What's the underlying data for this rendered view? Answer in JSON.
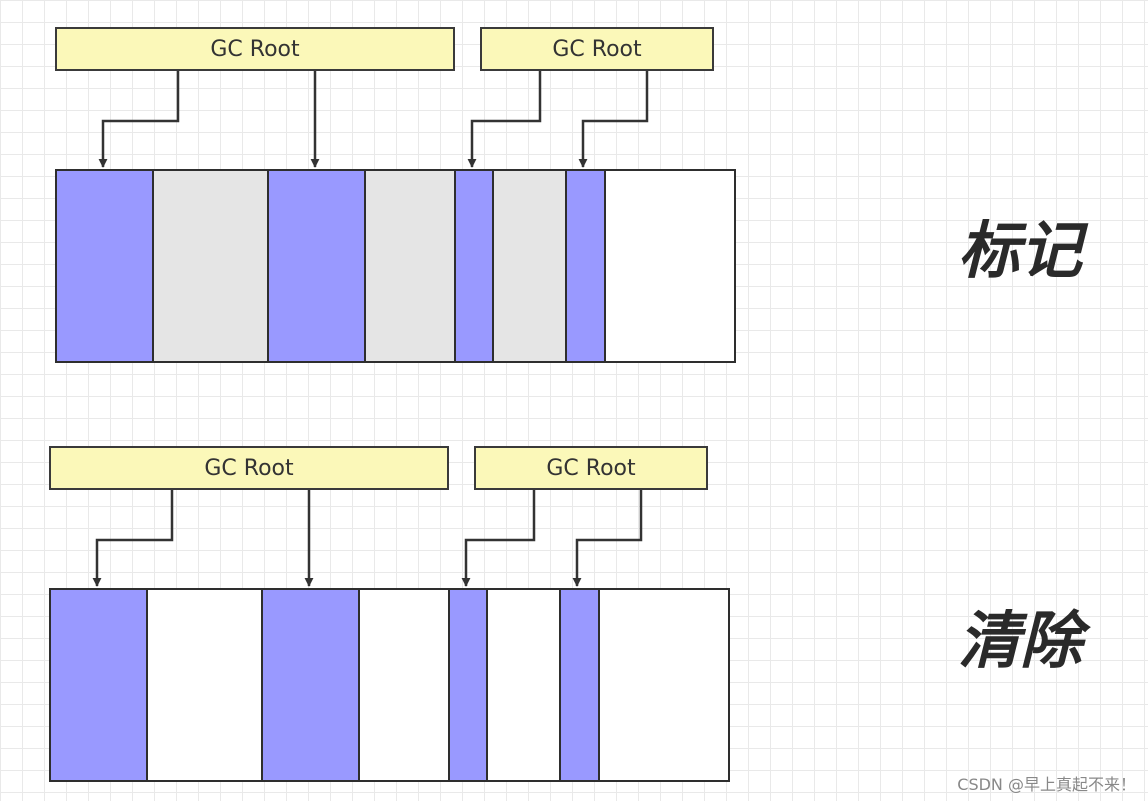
{
  "mark_section": {
    "phase_label": "标记",
    "roots": [
      "GC Root",
      "GC Root"
    ],
    "cells": [
      "live",
      "garbage",
      "live",
      "garbage",
      "live",
      "garbage",
      "live",
      "free"
    ]
  },
  "sweep_section": {
    "phase_label": "清除",
    "roots": [
      "GC Root",
      "GC Root"
    ],
    "cells": [
      "live",
      "free",
      "live",
      "free",
      "live",
      "free",
      "live",
      "free"
    ]
  },
  "colors": {
    "live": "#9999ff",
    "garbage": "#e5e5e5",
    "free": "#ffffff",
    "root_fill": "#fbf8b9"
  },
  "watermark": "CSDN @早上真起不来！"
}
